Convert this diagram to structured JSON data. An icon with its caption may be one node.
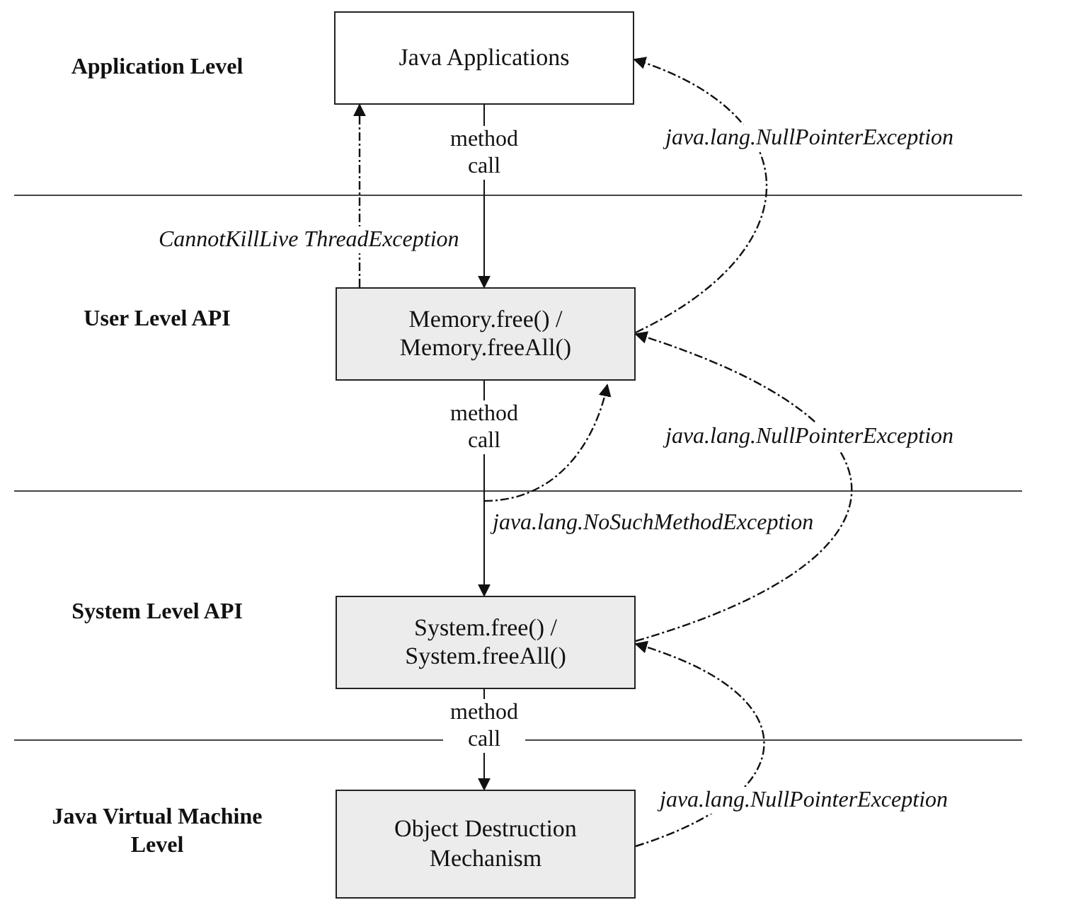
{
  "diagram": {
    "nodes": [
      {
        "text": [
          "Java Applications"
        ]
      },
      {
        "text": [
          "Memory.free() / Memory.freeAll()"
        ]
      },
      {
        "text": [
          "System.free() / System.freeAll()"
        ]
      },
      {
        "text": [
          "Object Destruction Mechanism"
        ]
      }
    ],
    "edges": [
      {
        "from": 0,
        "to": 1,
        "arrow": "to",
        "label": "method call"
      },
      {
        "from": 1,
        "to": 0,
        "arrow": "to",
        "style": "dashed",
        "label": "CannotKillLive ThreadException"
      },
      {
        "from": 1,
        "to": 0,
        "arrow": "to",
        "style": "dashed",
        "label": "java.lang.NullPointerException"
      },
      {
        "from": 1,
        "to": 2,
        "arrow": "to",
        "label": "method call"
      },
      {
        "from": 2,
        "to": 1,
        "arrow": "to",
        "style": "dashed",
        "label": "java.lang.NullPointerException"
      },
      {
        "from": null,
        "to": 1,
        "arrow": "to",
        "style": "dashed",
        "label": "java.lang.NoSuchMethodException"
      },
      {
        "from": 2,
        "to": 3,
        "arrow": "to",
        "label": "method call"
      },
      {
        "from": 3,
        "to": 2,
        "arrow": "to",
        "style": "dashed",
        "label": "java.lang.NullPointerException"
      }
    ],
    "labels": [
      "Application Level",
      "User Level API",
      "System Level API",
      "Java Virtual Machine Level"
    ]
  }
}
